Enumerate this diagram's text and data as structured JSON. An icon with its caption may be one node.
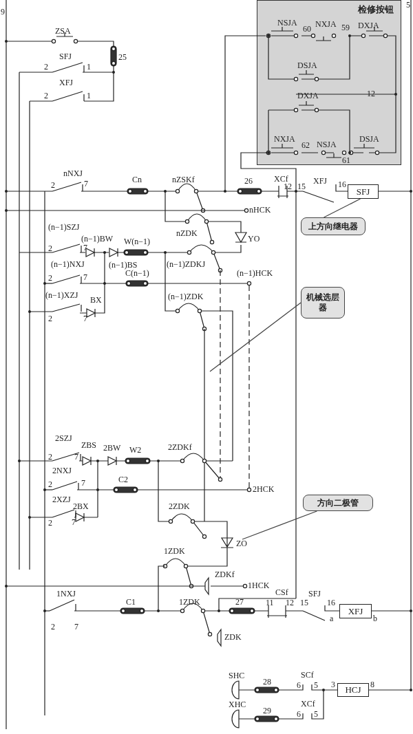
{
  "diagram": {
    "nodes": [
      {
        "text": [
          "检修按钮"
        ]
      },
      {
        "text": [
          "SFJ"
        ]
      },
      {
        "text": [
          "上方向继电器"
        ]
      },
      {
        "text": [
          "机械选层器"
        ]
      },
      {
        "text": [
          "方向二极管"
        ]
      },
      {
        "text": [
          "ZO"
        ]
      },
      {
        "text": [
          "XFJ"
        ]
      },
      {
        "text": [
          "HCJ"
        ]
      }
    ],
    "edges": [
      {
        "from": 2,
        "to": 1,
        "arrow": "none"
      },
      {
        "from": 3,
        "to": null,
        "arrow": "none"
      },
      {
        "from": 4,
        "to": 5,
        "arrow": "none"
      }
    ],
    "labels": [
      "9",
      "5",
      "ZSA",
      "SFJ",
      "2",
      "1",
      "25",
      "XFJ",
      "2",
      "1",
      "NSJA",
      "60",
      "NXJA",
      "59",
      "DXJA",
      "DSJA",
      "DXJA",
      "12",
      "NXJA",
      "62",
      "NSJA",
      "DSJA",
      "61",
      "nNXJ",
      "2",
      "7",
      "Cn",
      "nZSKf",
      "26",
      "XCf",
      "12",
      "XFJ",
      "15",
      "16",
      "nHCK",
      "nZDK",
      "YO",
      "(n−1)SZJ",
      "(n−1)BW",
      "W(n−1)",
      "2",
      "7",
      "(n−1)NXJ",
      "(n−1)BS",
      "(n−1)ZDKJ",
      "2",
      "7",
      "C(n−1)",
      "(n−1)HCK",
      "(n−1)XZJ",
      "BX",
      "2",
      "7",
      "(n−1)ZDK",
      "2SZJ",
      "ZBS",
      "2BW",
      "W2",
      "2ZDKf",
      "2",
      "7",
      "2NXJ",
      "2",
      "7",
      "C2",
      "2HCK",
      "2XZJ",
      "2BX",
      "2",
      "7",
      "2ZDK",
      "1ZDK",
      "ZDKf",
      "1HCK",
      "1NXJ",
      "CSf",
      "SFJ",
      "C1",
      "1ZDK",
      "27",
      "11",
      "12",
      "15",
      "16",
      "a",
      "b",
      "2",
      "7",
      "ZDK",
      "SHC",
      "28",
      "SCf",
      "6",
      "5",
      "3",
      "8",
      "XHC",
      "29",
      "XCf",
      "6",
      "5"
    ]
  }
}
